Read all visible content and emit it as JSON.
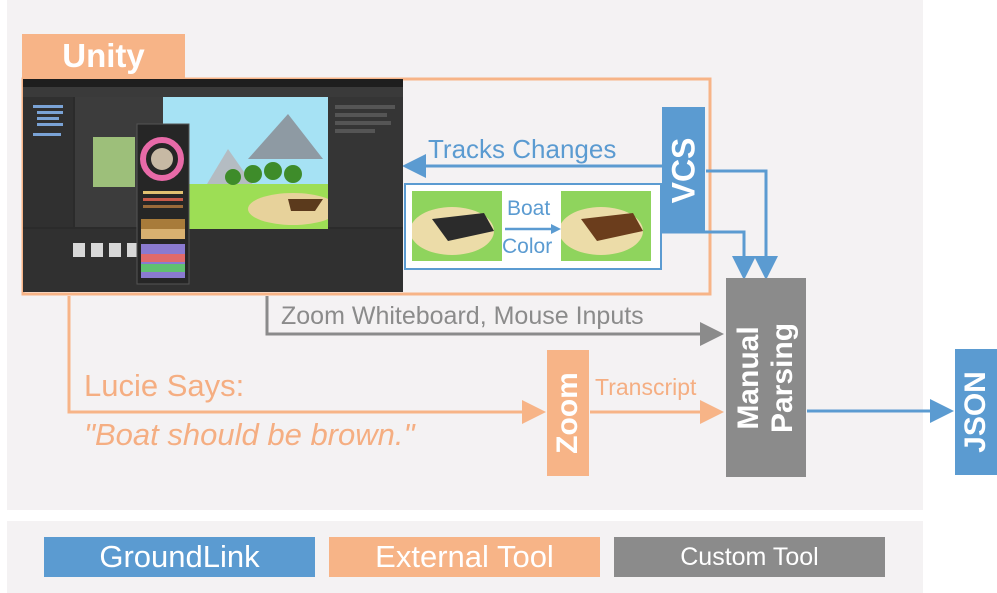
{
  "colors": {
    "groundlink": "#5b9bd1",
    "external": "#f7b487",
    "custom": "#8b8b8b",
    "panel": "#f4f2f3",
    "external_text": "#f5ae82"
  },
  "unity": {
    "title": "Unity"
  },
  "vcs": {
    "label": "VCS",
    "tracks_label": "Tracks Changes"
  },
  "change_preview": {
    "line1": "Boat",
    "line2": "Color"
  },
  "zoom": {
    "label": "Zoom",
    "whiteboard_label": "Zoom Whiteboard, Mouse Inputs",
    "transcript_label": "Transcript"
  },
  "utterance": {
    "speaker": "Lucie Says:",
    "quote": "\"Boat should be brown.\""
  },
  "manual_parsing": {
    "line1": "Manual",
    "line2": "Parsing"
  },
  "json_output": {
    "label": "JSON"
  },
  "legend": {
    "groundlink": "GroundLink",
    "external": "External Tool",
    "custom": "Custom Tool"
  }
}
